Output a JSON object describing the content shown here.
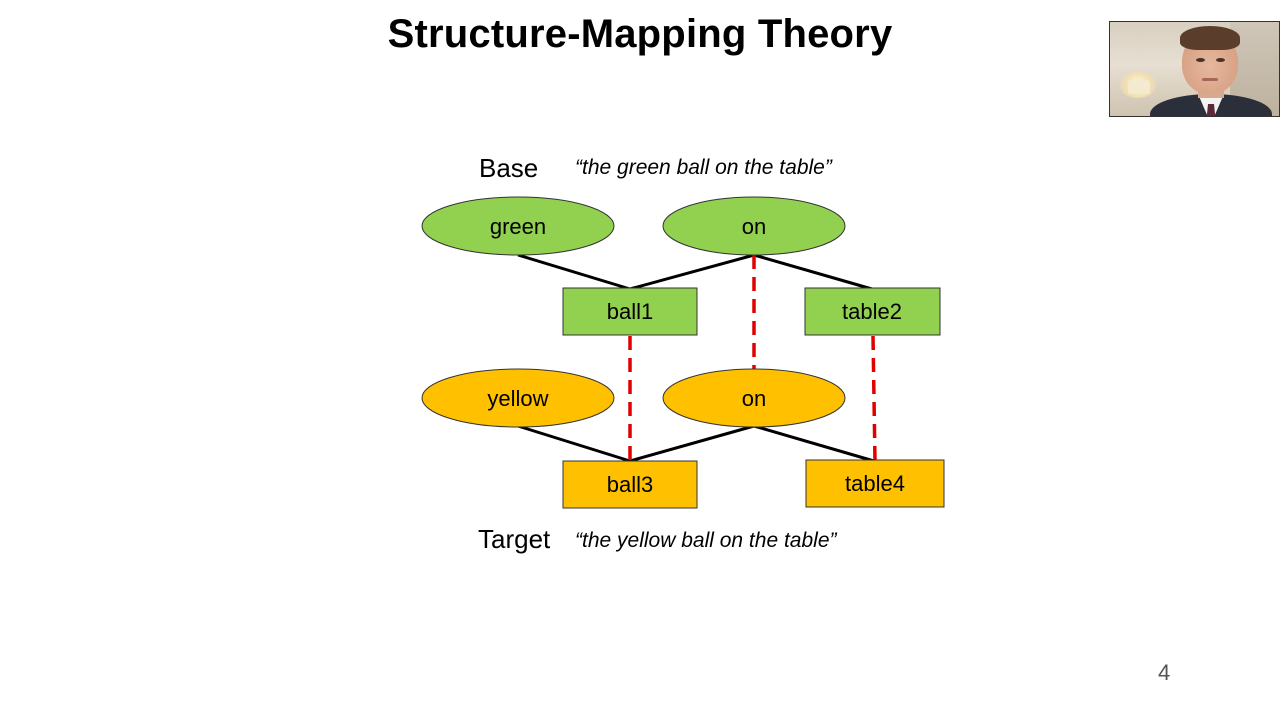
{
  "slide": {
    "title": "Structure-Mapping Theory",
    "page_number": "4"
  },
  "diagram": {
    "base": {
      "label": "Base",
      "quote": "“the green ball on the table”",
      "attribute": "green",
      "relation": "on",
      "object1": "ball1",
      "object2": "table2",
      "color": "#92d050"
    },
    "target": {
      "label": "Target",
      "quote": "“the yellow ball on the table”",
      "attribute": "yellow",
      "relation": "on",
      "object1": "ball3",
      "object2": "table4",
      "color": "#ffc000"
    },
    "colors": {
      "link": "#000000",
      "mapping": "#e00000"
    }
  }
}
